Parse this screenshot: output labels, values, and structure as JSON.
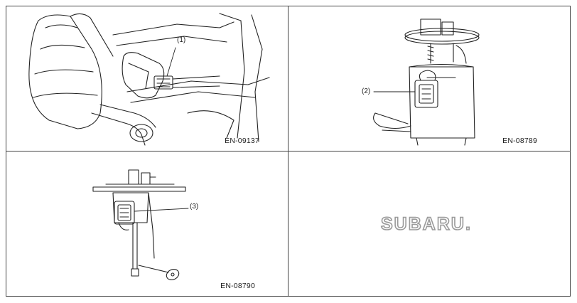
{
  "figures": [
    {
      "code": "EN-09137",
      "callout": "(1)"
    },
    {
      "code": "EN-08789",
      "callout": "(2)"
    },
    {
      "code": "EN-08790",
      "callout": "(3)"
    }
  ],
  "logo": {
    "text": "SUBARU."
  }
}
